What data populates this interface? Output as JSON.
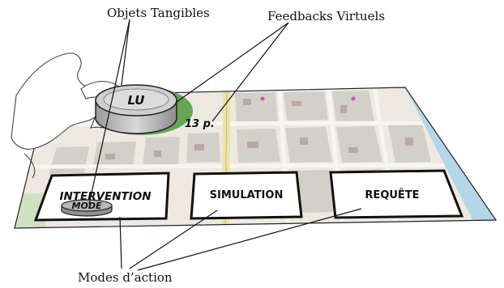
{
  "labels": {
    "tangible_objects": "Objets Tangibles",
    "virtual_feedback": "Feedbacks Virtuels",
    "action_modes": "Modes d’action"
  },
  "puck": {
    "text": "LU",
    "feedback_value": "13 p."
  },
  "modes": [
    {
      "label": "INTERVENTION"
    },
    {
      "label": "SIMULATION"
    },
    {
      "label": "REQUÊTE"
    }
  ],
  "mode_token": {
    "text": "MODE"
  },
  "colors": {
    "map_street": "#f2f0ea",
    "map_block": "#d6d3cc",
    "water": "#b5d6e8",
    "feedback_ring": "#4e9a3a",
    "puck": "#c9c9c9",
    "outline": "#111111"
  }
}
